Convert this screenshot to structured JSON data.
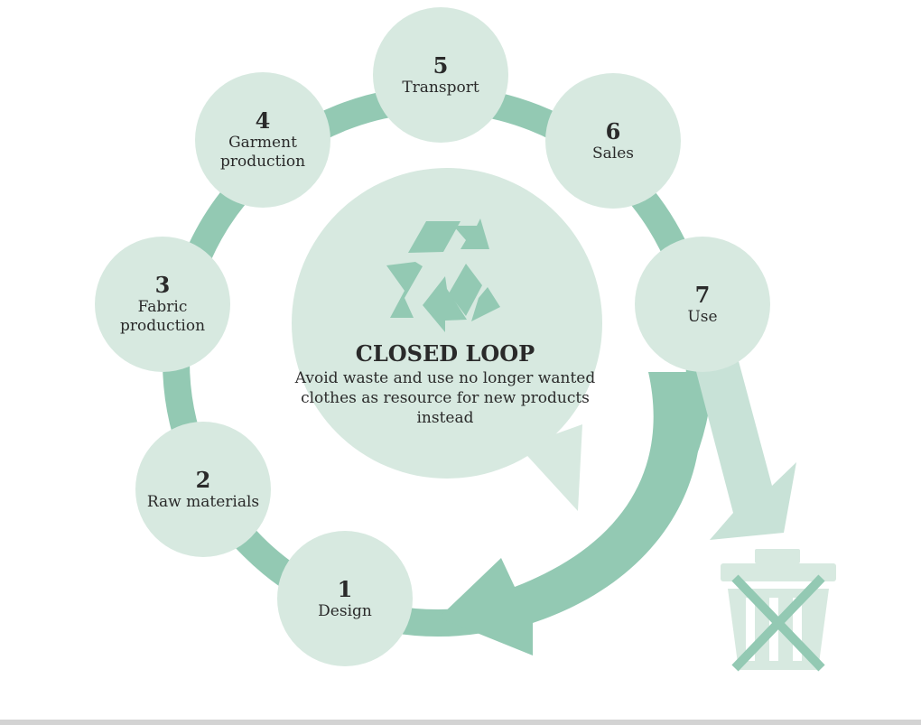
{
  "stages": [
    {
      "number": "1",
      "label": "Design"
    },
    {
      "number": "2",
      "label": "Raw materials"
    },
    {
      "number": "3",
      "label": "Fabric production"
    },
    {
      "number": "4",
      "label": "Garment production"
    },
    {
      "number": "5",
      "label": "Transport"
    },
    {
      "number": "6",
      "label": "Sales"
    },
    {
      "number": "7",
      "label": "Use"
    }
  ],
  "center": {
    "title": "CLOSED LOOP",
    "description": "Avoid waste and use no longer wanted clothes as resource for new products instead"
  },
  "icons": {
    "center": "recycle-icon",
    "exit": "trash-bin-icon"
  },
  "colors": {
    "ring": "#93c9b3",
    "circle": "#d7e9e0",
    "arrow_light": "#c8e2d7",
    "text": "#2a2a2a"
  }
}
